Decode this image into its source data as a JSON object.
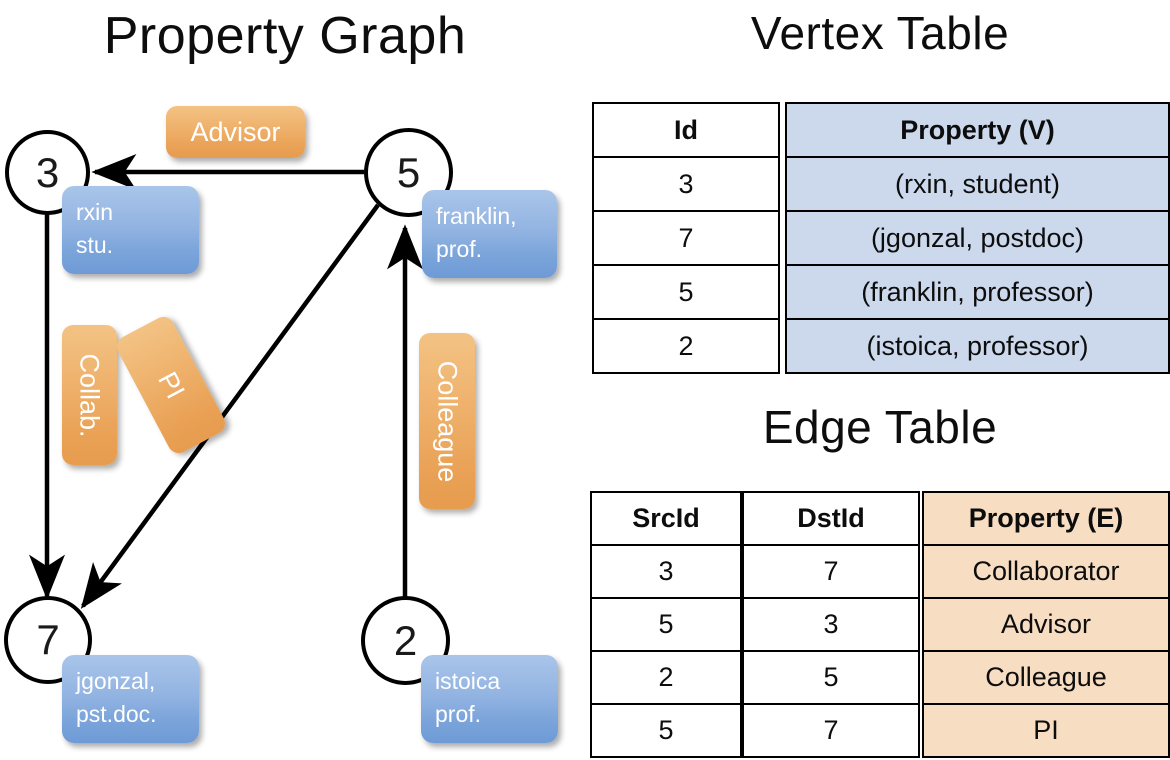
{
  "titles": {
    "property_graph": "Property Graph",
    "vertex_table": "Vertex Table",
    "edge_table": "Edge Table"
  },
  "graph": {
    "nodes": [
      {
        "id": "3",
        "property_line1": "rxin",
        "property_line2": "stu."
      },
      {
        "id": "5",
        "property_line1": "franklin,",
        "property_line2": "prof."
      },
      {
        "id": "7",
        "property_line1": "jgonzal,",
        "property_line2": "pst.doc."
      },
      {
        "id": "2",
        "property_line1": "istoica",
        "property_line2": "prof."
      }
    ],
    "edge_labels": [
      {
        "name": "advisor",
        "text": "Advisor",
        "orientation": "horizontal"
      },
      {
        "name": "collab",
        "text": "Collab.",
        "orientation": "vertical"
      },
      {
        "name": "pi",
        "text": "PI",
        "orientation": "rotated"
      },
      {
        "name": "colleague",
        "text": "Colleague",
        "orientation": "vertical"
      }
    ],
    "edges": [
      {
        "src": "5",
        "dst": "3",
        "label": "Advisor"
      },
      {
        "src": "3",
        "dst": "7",
        "label": "Collab."
      },
      {
        "src": "5",
        "dst": "7",
        "label": "PI"
      },
      {
        "src": "2",
        "dst": "5",
        "label": "Colleague"
      }
    ]
  },
  "vertex_table": {
    "headers": {
      "id": "Id",
      "property": "Property (V)"
    },
    "rows": [
      {
        "id": "3",
        "property": "(rxin, student)"
      },
      {
        "id": "7",
        "property": "(jgonzal, postdoc)"
      },
      {
        "id": "5",
        "property": "(franklin, professor)"
      },
      {
        "id": "2",
        "property": "(istoica, professor)"
      }
    ]
  },
  "edge_table": {
    "headers": {
      "src": "SrcId",
      "dst": "DstId",
      "property": "Property (E)"
    },
    "rows": [
      {
        "src": "3",
        "dst": "7",
        "property": "Collaborator"
      },
      {
        "src": "5",
        "dst": "3",
        "property": "Advisor"
      },
      {
        "src": "2",
        "dst": "5",
        "property": "Colleague"
      },
      {
        "src": "5",
        "dst": "7",
        "property": "PI"
      }
    ]
  },
  "colors": {
    "vertex_property_blue": "#7aa4da",
    "edge_label_orange": "#e9a155",
    "table_blue": "#ccd9ed",
    "table_peach": "#f7ddc2",
    "stroke": "#000000"
  }
}
